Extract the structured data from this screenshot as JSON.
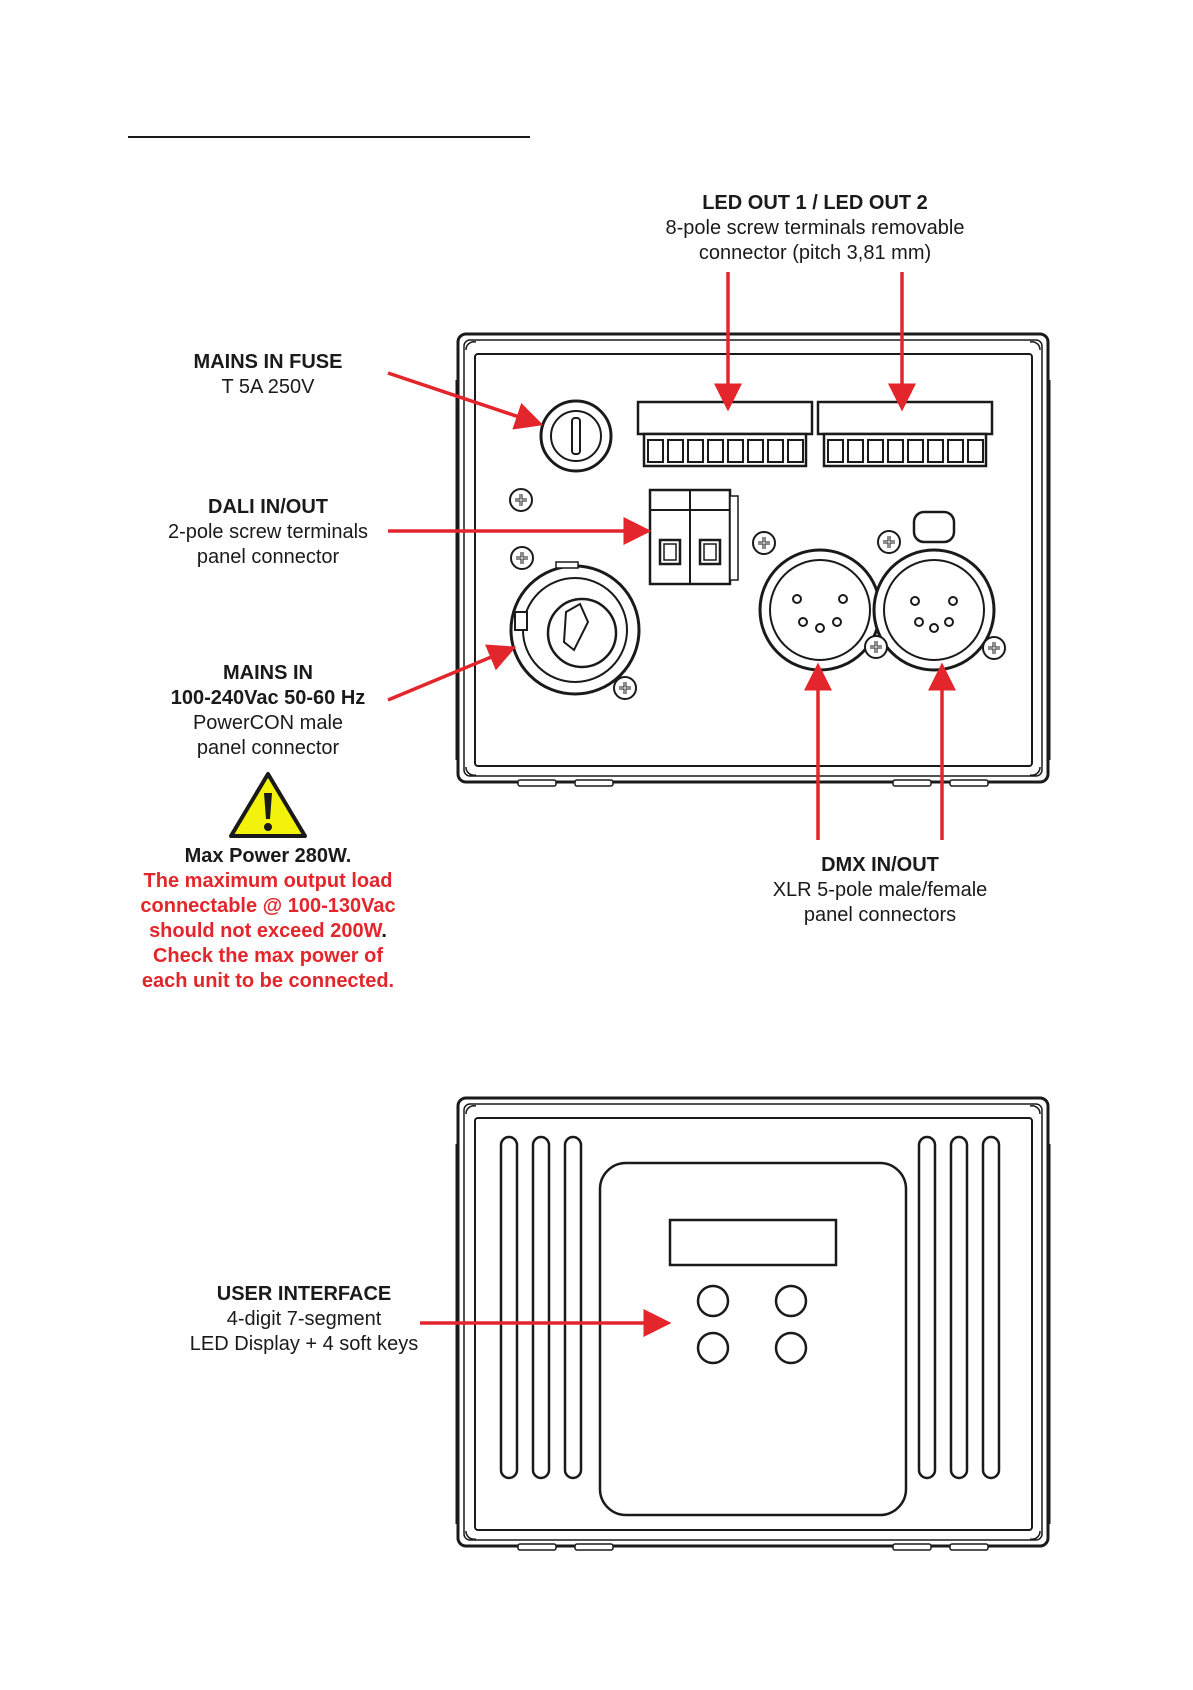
{
  "colors": {
    "arrow": "#e3262b",
    "warning_fill": "#f2f20a",
    "outline": "#1a1a1a"
  },
  "rear_panel": {
    "led_out": {
      "title": "LED OUT 1 / LED OUT 2",
      "line1": "8-pole screw terminals removable",
      "line2": "connector (pitch 3,81 mm)"
    },
    "mains_fuse": {
      "title": "MAINS IN FUSE",
      "line1": "T 5A 250V"
    },
    "dali": {
      "title": "DALI IN/OUT",
      "line1": "2-pole screw terminals",
      "line2": "panel connector"
    },
    "mains_in": {
      "title": "MAINS IN",
      "title2": "100-240Vac  50-60 Hz",
      "line1": "PowerCON male",
      "line2": "panel connector"
    },
    "warning": {
      "icon": "warning-triangle-icon",
      "max_power": "Max Power 280W.",
      "red_lines": [
        "The maximum output load",
        "connectable @ 100-130Vac",
        "should not exceed 200W",
        "Check the max power of",
        "each unit to be connected."
      ],
      "period": "."
    },
    "dmx": {
      "title": "DMX IN/OUT",
      "line1": "XLR 5-pole male/female",
      "line2": "panel connectors"
    }
  },
  "front_panel": {
    "user_interface": {
      "title": "USER INTERFACE",
      "line1": "4-digit 7-segment",
      "line2": "LED Display + 4 soft keys"
    }
  }
}
